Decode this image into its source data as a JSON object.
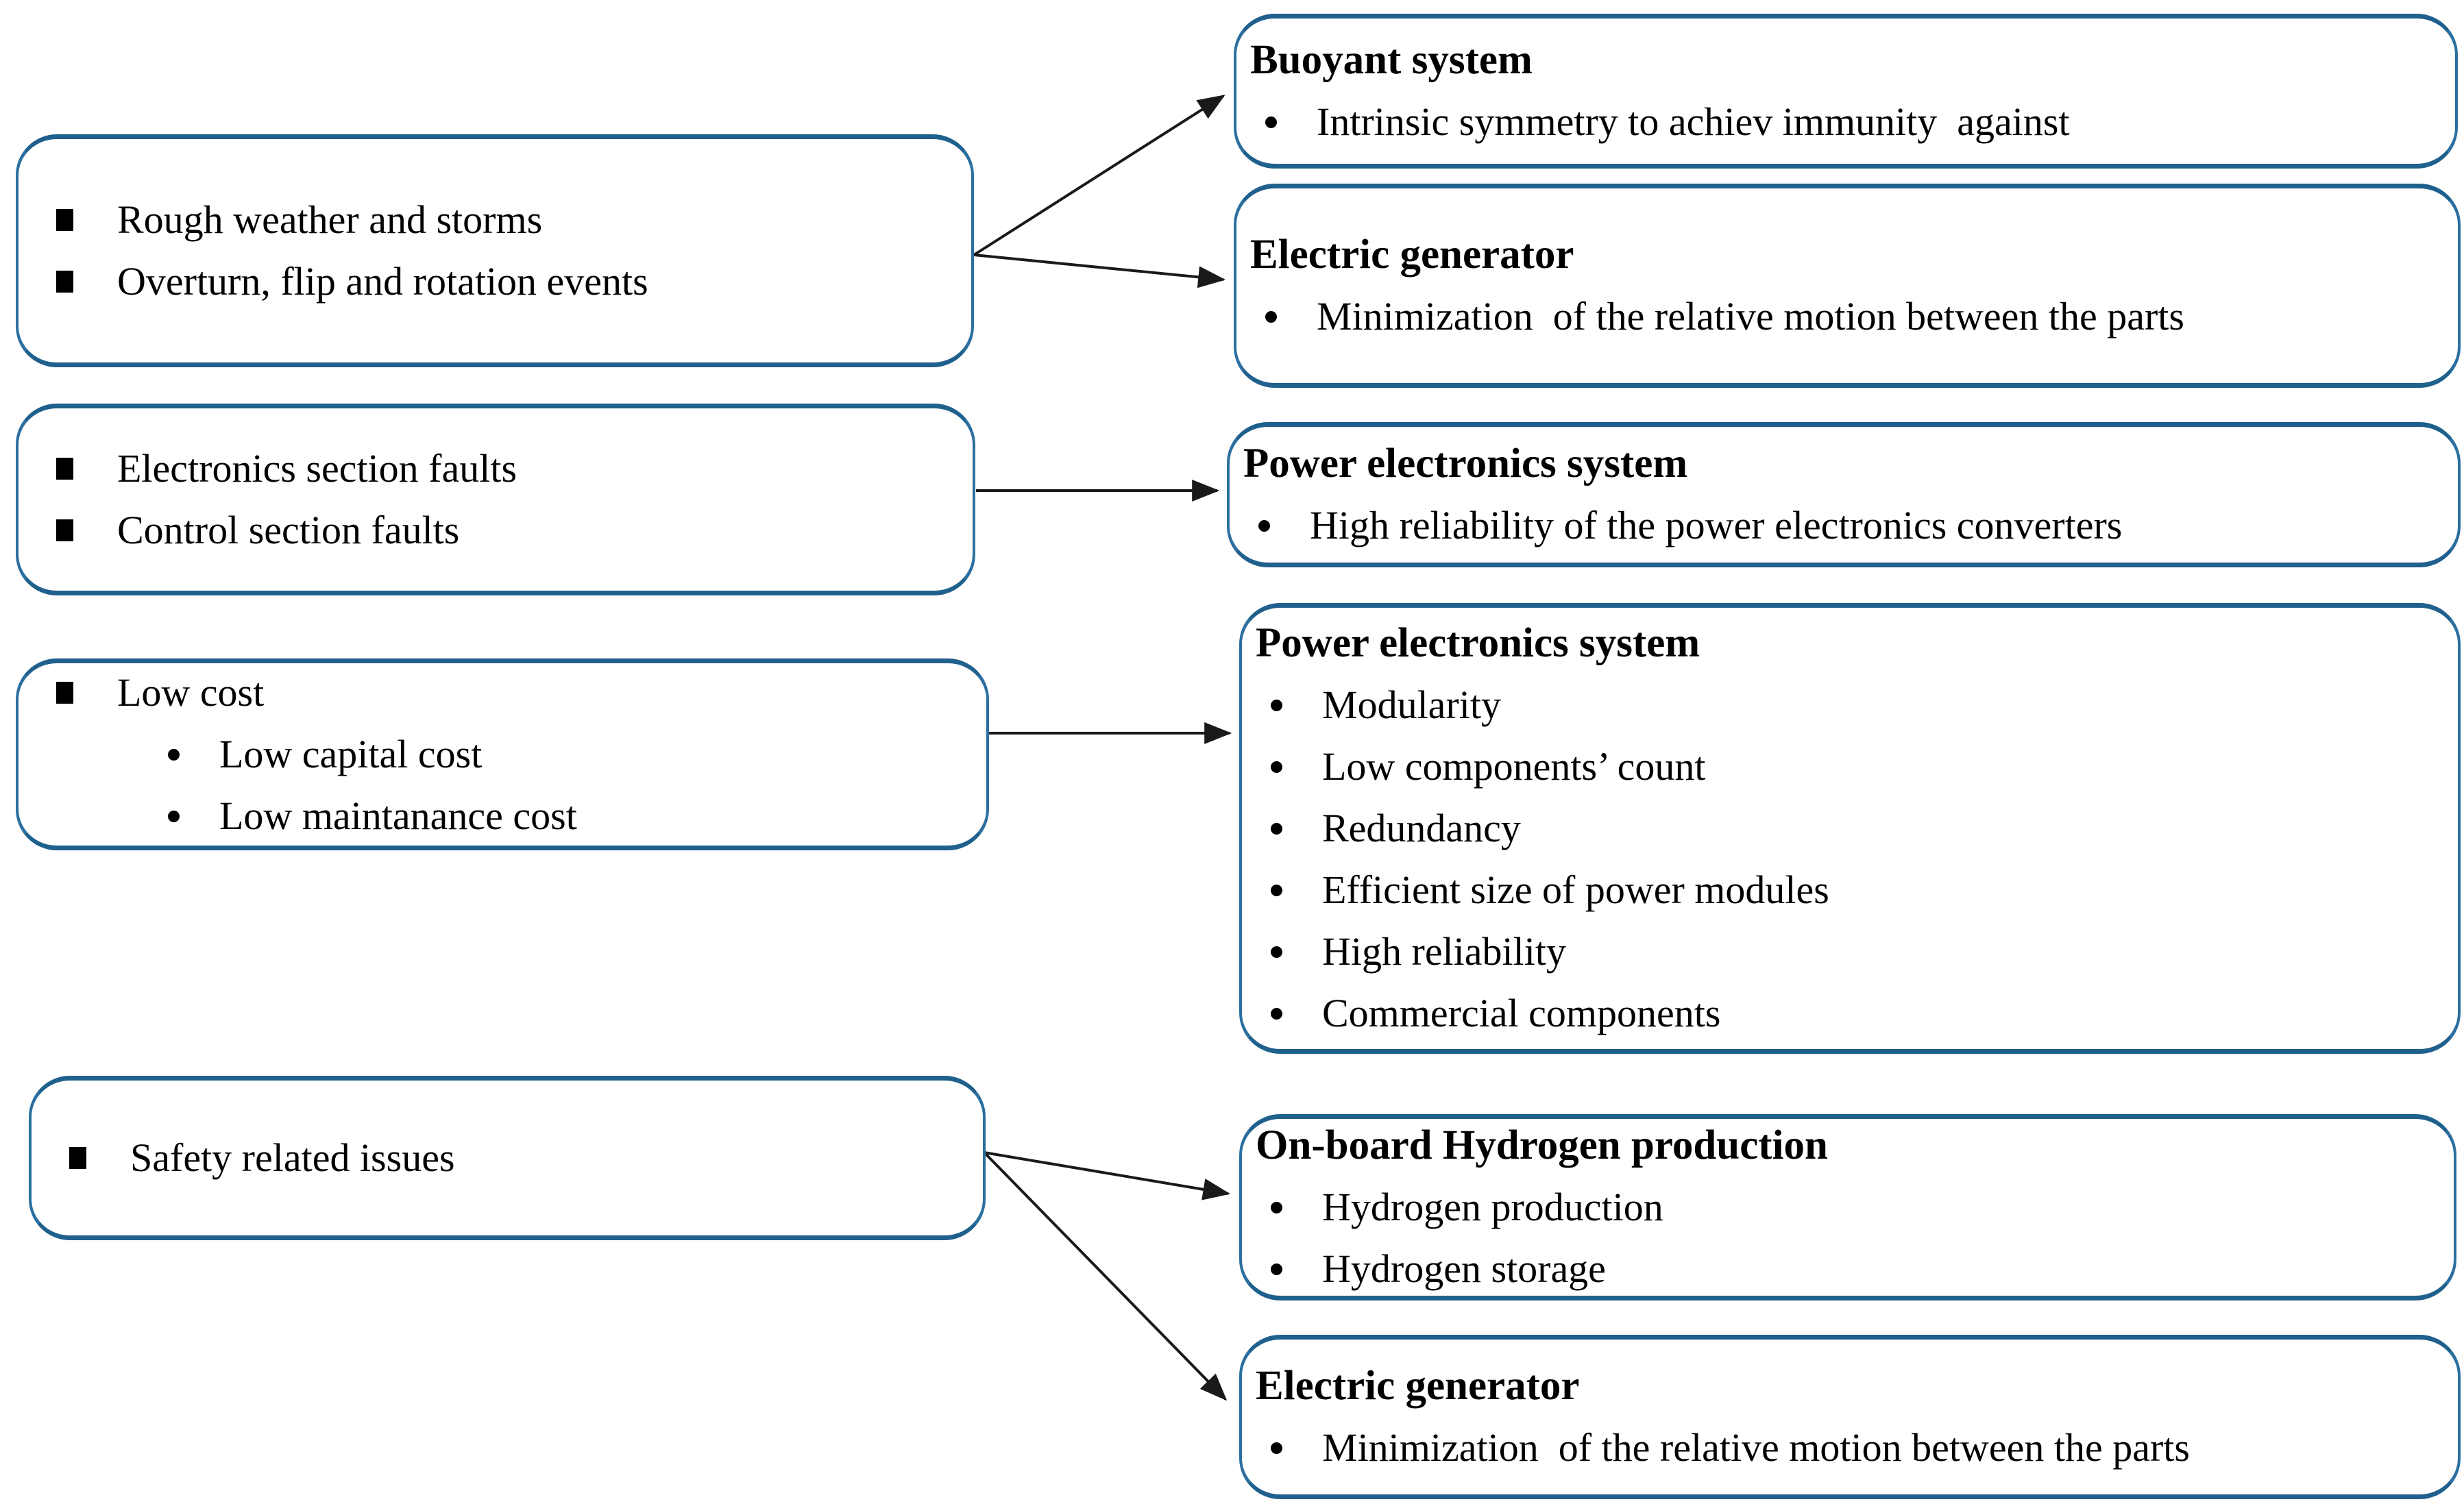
{
  "left_boxes": [
    {
      "items": [
        {
          "bullet": "square",
          "text": "Rough weather and storms"
        },
        {
          "bullet": "square",
          "text": "Overturn, flip and rotation events"
        }
      ]
    },
    {
      "items": [
        {
          "bullet": "square",
          "text": "Electronics section faults"
        },
        {
          "bullet": "square",
          "text": "Control section faults"
        }
      ]
    },
    {
      "items": [
        {
          "bullet": "square",
          "text": "Low cost"
        },
        {
          "bullet": "round-sub",
          "text": "Low capital cost"
        },
        {
          "bullet": "round-sub",
          "text": "Low maintanance cost"
        }
      ]
    },
    {
      "items": [
        {
          "bullet": "square",
          "text": "Safety related issues"
        }
      ]
    }
  ],
  "right_boxes": [
    {
      "title": "Buoyant system",
      "items": [
        "Intrinsic symmetry to achiev immunity  against"
      ]
    },
    {
      "title": "Electric generator",
      "items": [
        "Minimization  of the relative motion between the parts"
      ]
    },
    {
      "title": "Power electronics system",
      "items": [
        "High reliability of the power electronics converters"
      ]
    },
    {
      "title": "Power electronics system",
      "items": [
        "Modularity",
        "Low components’ count",
        "Redundancy",
        "Efficient size of power modules",
        "High reliability",
        "Commercial components"
      ]
    },
    {
      "title": "On-board Hydrogen production",
      "items": [
        "Hydrogen production",
        "Hydrogen storage"
      ]
    },
    {
      "title": "Electric generator",
      "items": [
        "Minimization  of the relative motion between the parts"
      ]
    }
  ],
  "connections": [
    {
      "from": "left-box-1",
      "to": "right-box-1"
    },
    {
      "from": "left-box-1",
      "to": "right-box-2"
    },
    {
      "from": "left-box-2",
      "to": "right-box-3"
    },
    {
      "from": "left-box-3",
      "to": "right-box-4"
    },
    {
      "from": "left-box-4",
      "to": "right-box-5"
    },
    {
      "from": "left-box-4",
      "to": "right-box-6"
    }
  ],
  "colors": {
    "box_border": "#2b6fa0",
    "text": "#000000",
    "arrow": "#1a1a1a",
    "background": "#ffffff"
  }
}
